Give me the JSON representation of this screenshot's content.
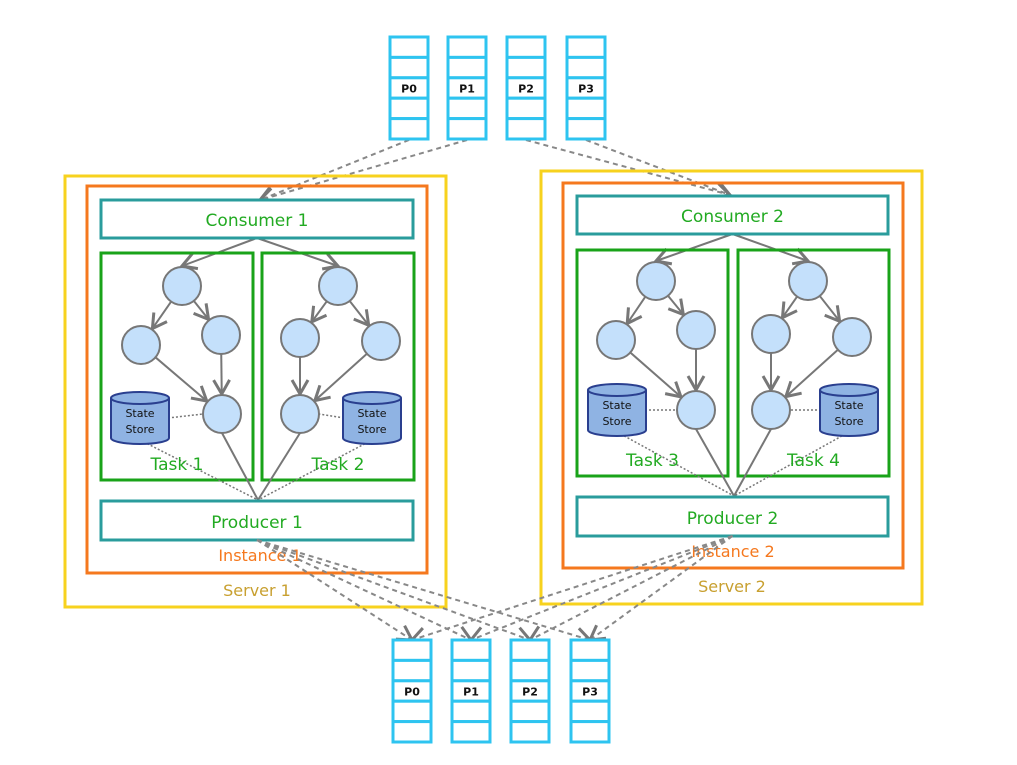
{
  "input_topic": {
    "partitions": [
      "P0",
      "P1",
      "P2",
      "P3"
    ]
  },
  "output_topic": {
    "partitions": [
      "P0",
      "P1",
      "P2",
      "P3"
    ]
  },
  "servers": [
    {
      "label": "Server 1",
      "instance": "Instance 1",
      "consumer": "Consumer 1",
      "producer": "Producer 1",
      "tasks": [
        {
          "label": "Task 1",
          "store": [
            "State",
            "Store"
          ]
        },
        {
          "label": "Task 2",
          "store": [
            "State",
            "Store"
          ]
        }
      ]
    },
    {
      "label": "Server 2",
      "instance": "Instance 2",
      "consumer": "Consumer 2",
      "producer": "Producer 2",
      "tasks": [
        {
          "label": "Task 3",
          "store": [
            "State",
            "Store"
          ]
        },
        {
          "label": "Task 4",
          "store": [
            "State",
            "Store"
          ]
        }
      ]
    }
  ],
  "colors": {
    "partition": "#2ec4f0",
    "server": "#f7d21e",
    "instance": "#f5781e",
    "client": "#2a9c9c",
    "task": "#19a319",
    "node": "#c4e0fb",
    "store": "#8fb3e3"
  }
}
